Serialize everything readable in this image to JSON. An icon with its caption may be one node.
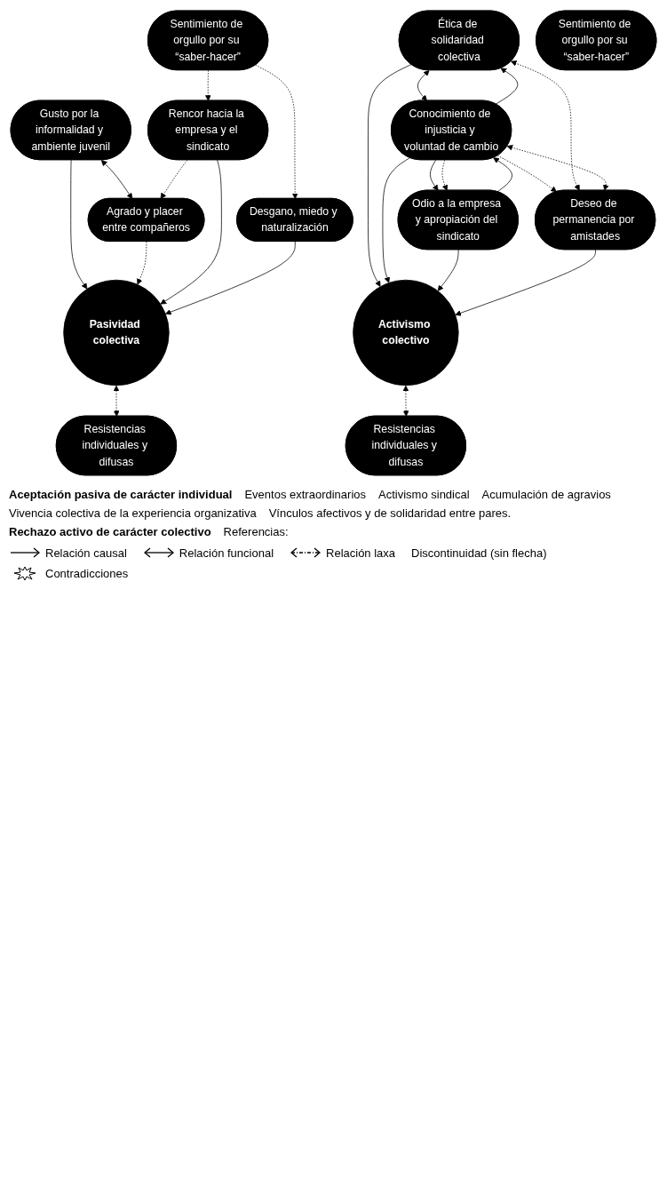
{
  "diagram": {
    "nodes": [
      {
        "text": [
          "Gusto por la informalidad y ambiente juvenil"
        ]
      },
      {
        "text": [
          "Agrado y placer entre compañeros"
        ]
      },
      {
        "text": [
          "Pasividad colectiva"
        ]
      },
      {
        "text": [
          "Rencor hacia la empresa y el sindicato"
        ]
      },
      {
        "text": [
          "Desgano, miedo y naturalización"
        ]
      },
      {
        "text": [
          "Resistencias individuales y difusas"
        ]
      },
      {
        "text": [
          "Sentimiento de orgullo por su “saber-hacer”"
        ]
      },
      {
        "text": [
          "Ética de solidaridad colectiva"
        ]
      },
      {
        "text": [
          "Deseo de permanencia por amistades"
        ]
      },
      {
        "text": [
          "Activismo colectivo"
        ]
      },
      {
        "text": [
          "Conocimiento de injusticia y voluntad de cambio"
        ]
      },
      {
        "text": [
          "Odio a la empresa y apropiación del sindicato"
        ]
      },
      {
        "text": [
          "Sentimiento de orgullo por su “saber-hacer”"
        ]
      },
      {
        "text": [
          "Resistencias individuales y difusas"
        ]
      }
    ],
    "edges": [
      {
        "from": 0,
        "to": 1,
        "arrow": "both"
      },
      {
        "from": 0,
        "to": 2,
        "arrow": "to"
      },
      {
        "from": 1,
        "to": 2,
        "arrow": "to",
        "style": "dashed"
      },
      {
        "from": 3,
        "to": 1,
        "arrow": "to",
        "style": "dashed"
      },
      {
        "from": 3,
        "to": 2,
        "arrow": "to"
      },
      {
        "from": 4,
        "to": 2,
        "arrow": "to"
      },
      {
        "from": 6,
        "to": 3,
        "arrow": "to",
        "style": "dashed"
      },
      {
        "from": 6,
        "to": 4,
        "arrow": "to",
        "style": "dashed"
      },
      {
        "from": 2,
        "to": 5,
        "arrow": "both",
        "style": "dashed"
      },
      {
        "from": 7,
        "to": 10,
        "arrow": "both"
      },
      {
        "from": 8,
        "to": 7,
        "arrow": "both",
        "style": "dashed"
      },
      {
        "from": 8,
        "to": 10,
        "arrow": "both",
        "style": "dashed"
      },
      {
        "from": 10,
        "to": 8,
        "arrow": "to",
        "style": "dashed"
      },
      {
        "from": 7,
        "to": 9,
        "arrow": "to"
      },
      {
        "from": 10,
        "to": 7,
        "arrow": "to"
      },
      {
        "from": 10,
        "to": 9,
        "arrow": "to"
      },
      {
        "from": 10,
        "to": 11,
        "arrow": "to"
      },
      {
        "from": 10,
        "to": 11,
        "arrow": "to",
        "style": "dashed"
      },
      {
        "from": 11,
        "to": 9,
        "arrow": "to"
      },
      {
        "from": 11,
        "to": 10,
        "arrow": "to"
      },
      {
        "from": 8,
        "to": 9,
        "arrow": "to"
      },
      {
        "from": 9,
        "to": 13,
        "arrow": "both",
        "style": "dashed"
      }
    ],
    "labels": [
      "Aceptación pasiva de carácter individual",
      "Eventos extraordinarios",
      "Activismo sindical",
      "Acumulación de agravios",
      "Vivencia colectiva de la experiencia organizativa",
      "Vínculos afectivos y de solidaridad entre pares.",
      "Rechazo activo de carácter colectivo",
      "Referencias:"
    ],
    "legend": [
      {
        "text": "Relación causal"
      },
      {
        "text": "Relación funcional"
      },
      {
        "text": "Relación laxa"
      },
      {
        "text": "Discontinuidad (sin flecha)"
      },
      {
        "text": "Contradicciones"
      }
    ]
  }
}
